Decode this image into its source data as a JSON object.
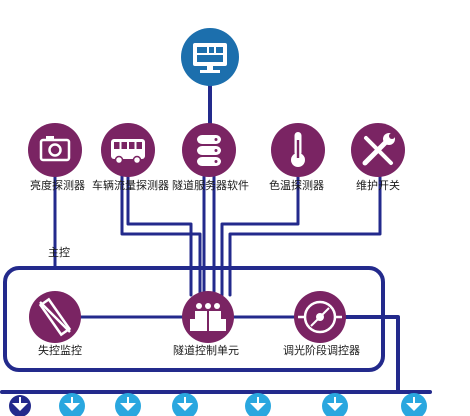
{
  "colors": {
    "node_fill": "#7a2463",
    "top_node_fill": "#1c6fad",
    "line": "#232a8c",
    "lamp_fill": "#2aa7df",
    "icon_stroke": "#ffffff"
  },
  "top_node": {
    "icon": "monitor-icon"
  },
  "sensors": [
    {
      "label": "亮度探测器",
      "icon": "camera-icon"
    },
    {
      "label": "车辆流量探测器",
      "icon": "bus-icon"
    },
    {
      "label": "隧道服务器软件",
      "icon": "database-icon"
    },
    {
      "label": "色温探测器",
      "icon": "thermometer-icon"
    },
    {
      "label": "维护开关",
      "icon": "tools-icon"
    }
  ],
  "main_control_label": "主控",
  "controls": [
    {
      "label": "失控监控",
      "icon": "failure-monitor-icon"
    },
    {
      "label": "隧道控制单元",
      "icon": "control-unit-icon"
    },
    {
      "label": "调光阶段调控器",
      "icon": "dimmer-icon"
    }
  ],
  "lamps": {
    "count": 7,
    "icon": "lamp-icon"
  }
}
